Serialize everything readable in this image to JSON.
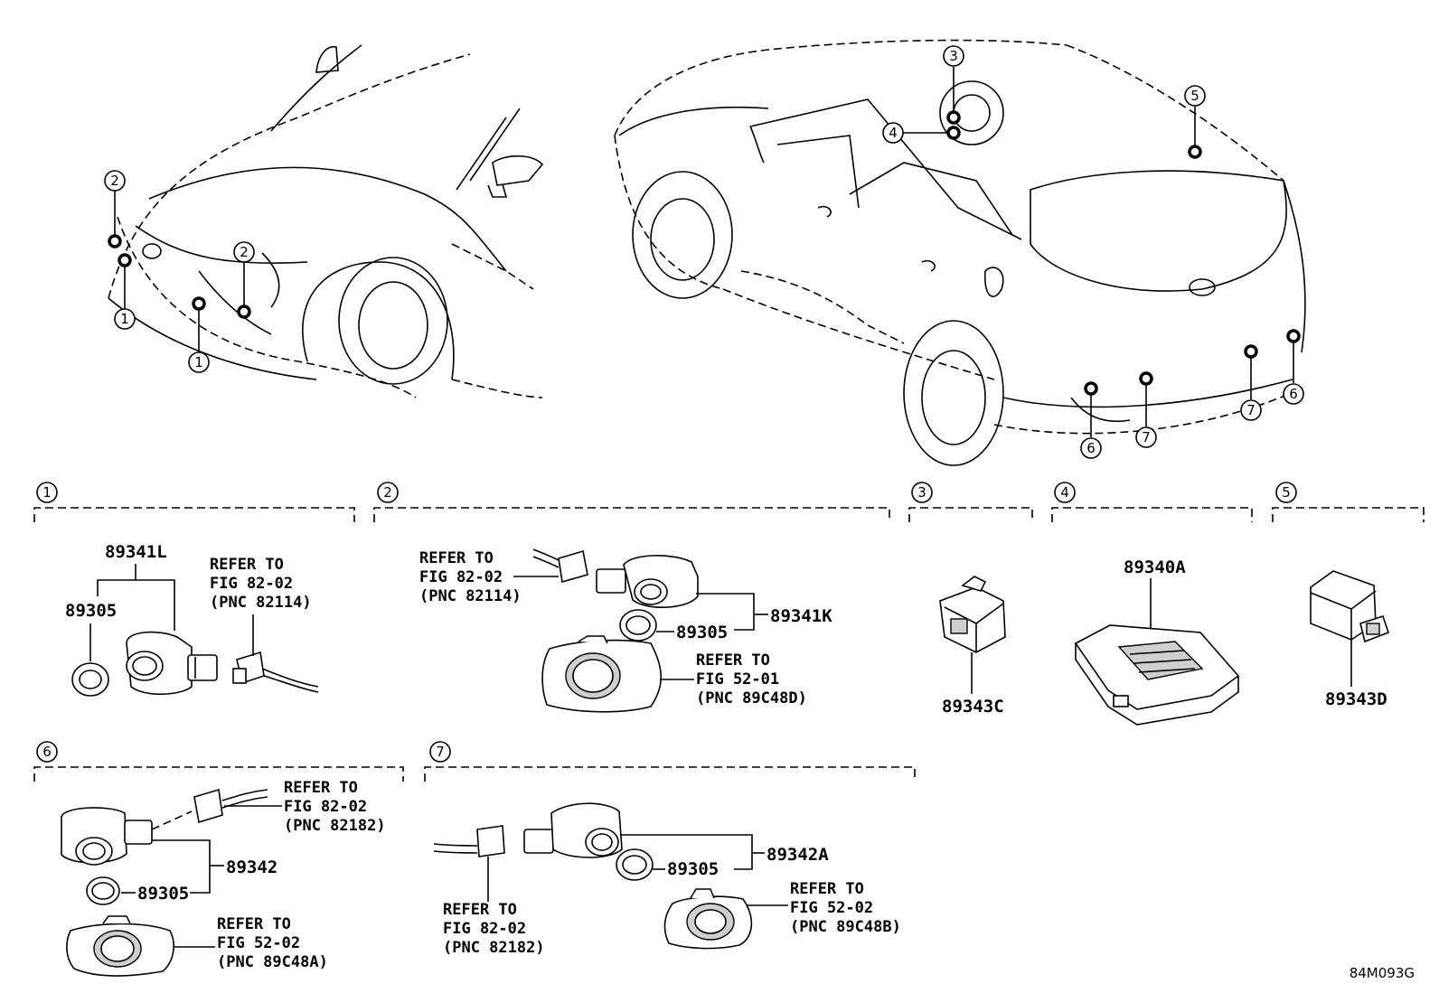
{
  "callouts": {
    "c1": "1",
    "c2": "2",
    "c3": "3",
    "c4": "4",
    "c5": "5",
    "c6": "6",
    "c7": "7"
  },
  "group1": {
    "pn_sensor": "89341L",
    "pn_ring": "89305",
    "refer_line1": "REFER TO",
    "refer_line2": "FIG 82-02",
    "refer_line3": "(PNC 82114)"
  },
  "group2": {
    "refer_a_line1": "REFER TO",
    "refer_a_line2": "FIG 82-02",
    "refer_a_line3": "(PNC 82114)",
    "pn_sensor": "89341K",
    "pn_ring": "89305",
    "refer_b_line1": "REFER TO",
    "refer_b_line2": "FIG 52-01",
    "refer_b_line3": "(PNC 89C48D)"
  },
  "group3": {
    "pn": "89343C"
  },
  "group4": {
    "pn": "89340A"
  },
  "group5": {
    "pn": "89343D"
  },
  "group6": {
    "refer_a_line1": "REFER TO",
    "refer_a_line2": "FIG 82-02",
    "refer_a_line3": "(PNC 82182)",
    "pn_sensor": "89342",
    "pn_ring": "89305",
    "refer_b_line1": "REFER TO",
    "refer_b_line2": "FIG 52-02",
    "refer_b_line3": "(PNC 89C48A)"
  },
  "group7": {
    "pn_sensor": "89342A",
    "pn_ring": "89305",
    "refer_a_line1": "REFER TO",
    "refer_a_line2": "FIG 82-02",
    "refer_a_line3": "(PNC 82182)",
    "refer_b_line1": "REFER TO",
    "refer_b_line2": "FIG 52-02",
    "refer_b_line3": "(PNC 89C48B)"
  },
  "illustration_code": "84M093G"
}
